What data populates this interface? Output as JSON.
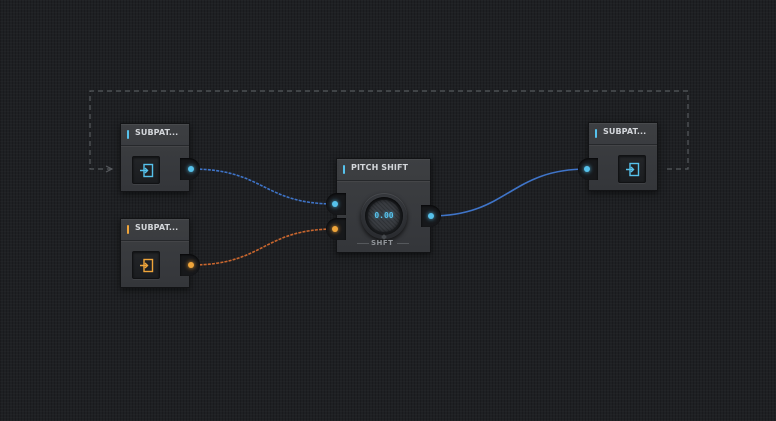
{
  "colors": {
    "background": "#1e2023",
    "accent_blue": "#56c2ec",
    "accent_orange": "#f0a53a",
    "wire_blue": "#3f74c8",
    "wire_orange": "#c9662e",
    "feedback_line": "#56595d"
  },
  "nodes": {
    "subpatch_in_blue": {
      "title": "SUBPAT...",
      "icon": "input-arrow-icon",
      "accent": "#56c2ec"
    },
    "subpatch_in_orange": {
      "title": "SUBPAT...",
      "icon": "input-arrow-icon",
      "accent": "#f0a53a"
    },
    "pitch_shift": {
      "title": "PITCH SHIFT",
      "accent": "#56c2ec",
      "knob": {
        "value": "0.00",
        "label": "SHFT"
      }
    },
    "subpatch_out": {
      "title": "SUBPAT...",
      "icon": "input-arrow-icon",
      "accent": "#56c2ec"
    }
  }
}
